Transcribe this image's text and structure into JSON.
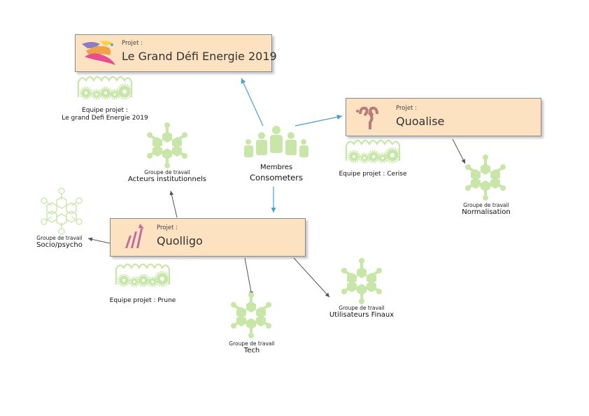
{
  "colors": {
    "box_fill": "#fde2c2",
    "accent_blue": "#4a9fd0",
    "arrow_grey": "#555555",
    "icon_green": "#c7e6a8",
    "logo_pink": "#c26a9d"
  },
  "projects": [
    {
      "kicker": "Projet :",
      "title": "Le Grand Défi Energie 2019",
      "logo": "grand-defi-logo"
    },
    {
      "kicker": "Projet :",
      "title": "Quoalise",
      "logo": "quoalise-logo"
    },
    {
      "kicker": "Projet :",
      "title": "Quolligo",
      "logo": "quolligo-logo"
    }
  ],
  "members": {
    "line1": "Membres",
    "line2": "Consometers",
    "icon": "people-group-icon"
  },
  "teams": [
    {
      "line1": "Equipe projet :",
      "line2": "Le grand Defi Energie 2019",
      "icon": "team-gears-icon"
    },
    {
      "line1": "Equipe projet : Cerise",
      "icon": "team-gears-icon"
    },
    {
      "line1": "Equipe projet : Prune",
      "icon": "team-gears-icon"
    }
  ],
  "groups": [
    {
      "kicker": "Groupe de travail",
      "name": "Acteurs institutionnels",
      "icon": "network-hub-icon"
    },
    {
      "kicker": "Groupe de travail",
      "name": "Normalisation",
      "icon": "network-hub-icon"
    },
    {
      "kicker": "Groupe de travail",
      "name": "Socio/psycho",
      "icon": "network-hub-outline-icon"
    },
    {
      "kicker": "Groupe de travail",
      "name": "Tech",
      "icon": "network-hub-icon"
    },
    {
      "kicker": "Groupe de travail",
      "name": "Utilisateurs Finaux",
      "icon": "network-hub-icon"
    }
  ]
}
